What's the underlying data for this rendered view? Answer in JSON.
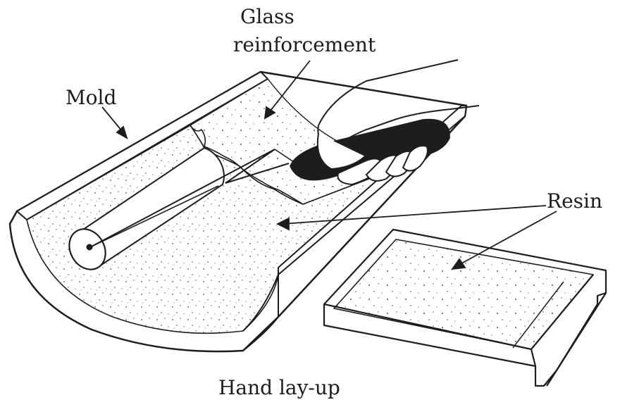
{
  "figure": {
    "labels": {
      "glass_line1": "Glass",
      "glass_line2": "reinforcement",
      "mold": "Mold",
      "resin": "Resin"
    },
    "caption": "Hand lay-up"
  },
  "colors": {
    "ink": "#1d1d1d",
    "background": "#ffffff",
    "speckle": "#555555"
  }
}
